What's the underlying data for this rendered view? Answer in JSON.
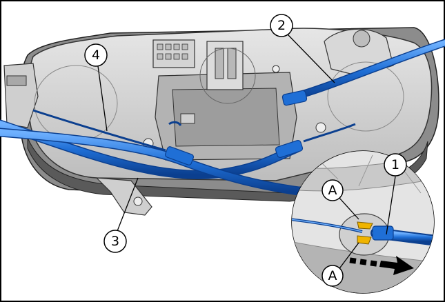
{
  "callouts": {
    "c1": "1",
    "c2": "2",
    "c3": "3",
    "c4": "4",
    "a_top": "A",
    "a_bottom": "A"
  },
  "colors": {
    "cable": "#1f6fd6",
    "cable_dark": "#0b3f8f",
    "housing": "#d9d9d9",
    "housing_shadow": "#9a9a9a",
    "latch": "#f0b400",
    "frame": "#000000"
  },
  "icons": {
    "arrow": "dashed-arrow-right-icon"
  }
}
